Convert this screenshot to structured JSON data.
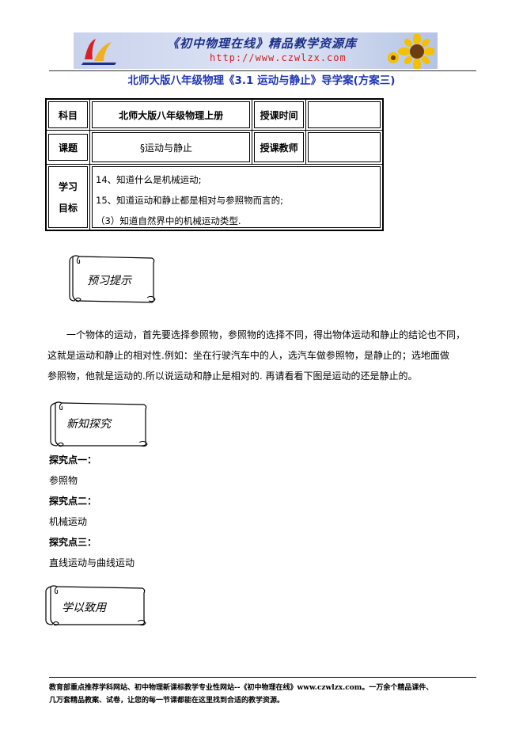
{
  "banner": {
    "title": "《初中物理在线》精品教学资源库",
    "url": "http://www.czwlzx.com"
  },
  "doc_title": "北师大版八年级物理《3.1 运动与静止》导学案(方案三)",
  "table": {
    "row1": {
      "subject_label": "科目",
      "subject_value": "北师大版八年级物理上册",
      "time_label": "授课时间",
      "time_value": ""
    },
    "row2": {
      "topic_label": "课题",
      "topic_value": "§运动与静止",
      "teacher_label": "授课教师",
      "teacher_value": ""
    },
    "row3": {
      "goal_label_1": "学习",
      "goal_label_2": "目标",
      "goals": [
        "14、知道什么是机械运动;",
        "15、知道运动和静止都是相对与参照物而言的;",
        "（3）知道自然界中的机械运动类型."
      ]
    }
  },
  "sections": {
    "preview": "预习提示",
    "explore": "新知探究",
    "apply": "学以致用"
  },
  "preview_text": [
    "一个物体的运动，首先要选择参照物，参照物的选择不同，得出物体运动和静止的结论也不同，",
    "这就是运动和静止的相对性.例如：坐在行驶汽车中的人，选汽车做参照物，是静止的；选地面做",
    "参照物，他就是运动的.所以说运动和静止是相对的. 再请看看下图是运动的还是静止的。"
  ],
  "explore": {
    "p1_label": "探究点一：",
    "p1_text": "参照物",
    "p2_label": "探究点二：",
    "p2_text": "机械运动",
    "p3_label": "探究点三：",
    "p3_text": "直线运动与曲线运动"
  },
  "footer": {
    "line1": "教育部重点推荐学科网站、初中物理新课标教学专业性网站--《初中物理在线》www.czwlzx.com。一万余个精品课件、",
    "line2": "几万套精品教案、试卷，让您的每一节课都能在这里找到合适的教学资源。"
  }
}
